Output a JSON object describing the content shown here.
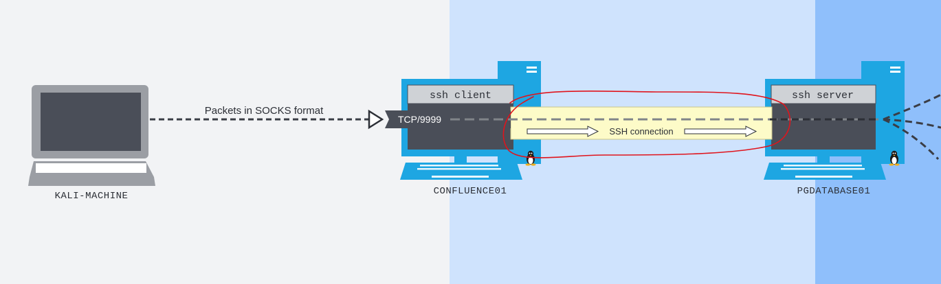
{
  "colors": {
    "zone_left": "#f2f3f5",
    "zone_mid": "#cfe3fd",
    "zone_right": "#8fbffb",
    "server_blue": "#1ea6e2",
    "screen_dark": "#4a4e58",
    "laptop_gray": "#9b9ea4",
    "tunnel_yellow": "#fdfbc8",
    "annotation_red": "#e0141c"
  },
  "nodes": {
    "kali": {
      "label": "KALI-MACHINE",
      "icon": "laptop-icon"
    },
    "confluence": {
      "label": "CONFLUENCE01",
      "screen_title": "ssh client",
      "icon": "linux-server-icon"
    },
    "pgdatabase": {
      "label": "PGDATABASE01",
      "screen_title": "ssh server",
      "icon": "linux-server-icon"
    }
  },
  "edges": {
    "socks_label": "Packets in SOCKS format",
    "port_tag": "TCP/9999",
    "tunnel_label": "SSH connection"
  }
}
